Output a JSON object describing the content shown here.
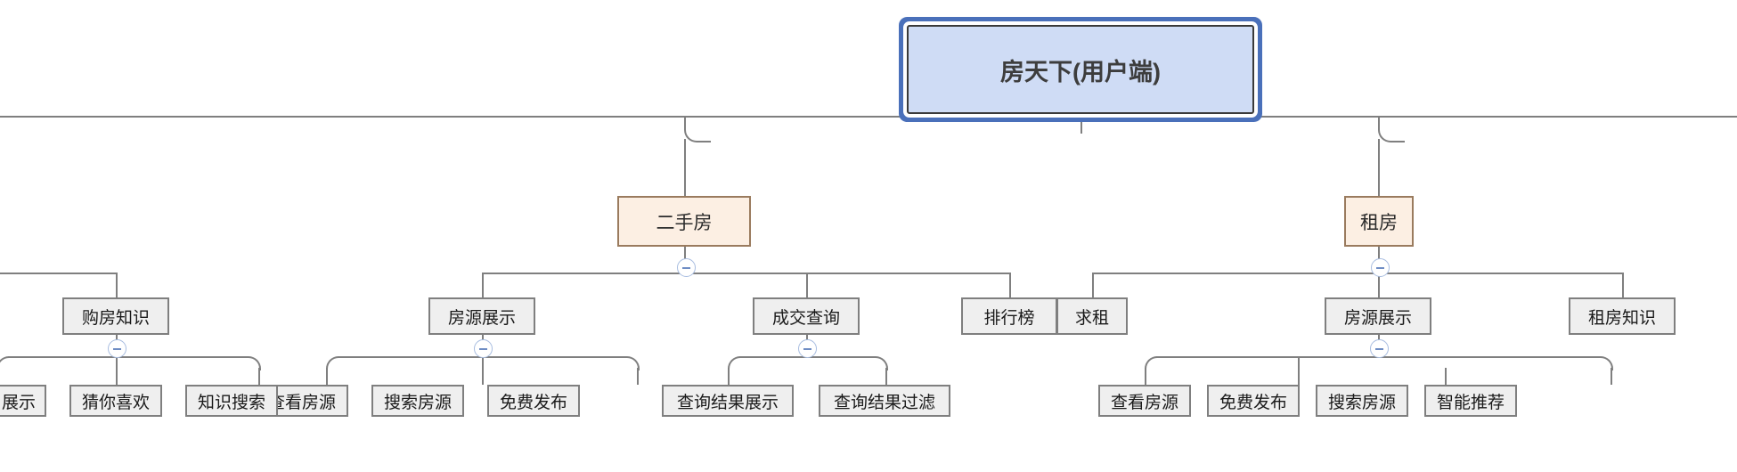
{
  "diagram": {
    "type": "mindmap-tree",
    "title": "房天下(用户端)",
    "orientation": "top-down",
    "colors": {
      "root_fill": "#cfdcf5",
      "root_border": "#4a70ba",
      "level2_fill": "#fcefe3",
      "level2_border": "#9a7b5e",
      "node_fill": "#efefef",
      "node_border": "#7f7f7f",
      "connector": "#7f7f7f",
      "toggle_accent": "#6f8dc4",
      "background": "#ffffff"
    }
  },
  "root": {
    "label": "房天下(用户端)"
  },
  "branches": [
    {
      "label": "二手房",
      "toggle": "collapse-toggle",
      "children": [
        {
          "label": "房源展示",
          "toggle": "collapse-toggle",
          "children": [
            {
              "label": "查看房源"
            },
            {
              "label": "搜索房源"
            },
            {
              "label": "免费发布"
            }
          ]
        },
        {
          "label": "成交查询",
          "toggle": "collapse-toggle",
          "children": [
            {
              "label": "查询结果展示"
            },
            {
              "label": "查询结果过滤"
            }
          ]
        },
        {
          "label": "排行榜",
          "children": []
        }
      ]
    },
    {
      "label": "租房",
      "toggle": "collapse-toggle",
      "children": [
        {
          "label": "求租",
          "children": []
        },
        {
          "label": "房源展示",
          "toggle": "collapse-toggle",
          "children": [
            {
              "label": "查看房源"
            },
            {
              "label": "免费发布"
            },
            {
              "label": "搜索房源"
            },
            {
              "label": "智能推荐"
            }
          ]
        },
        {
          "label": "租房知识",
          "children": []
        }
      ]
    }
  ],
  "offscreen_left": {
    "level3": {
      "label": "购房知识",
      "toggle": "collapse-toggle"
    },
    "leaves": [
      {
        "label": "展示"
      },
      {
        "label": "猜你喜欢"
      },
      {
        "label": "知识搜索"
      }
    ]
  }
}
